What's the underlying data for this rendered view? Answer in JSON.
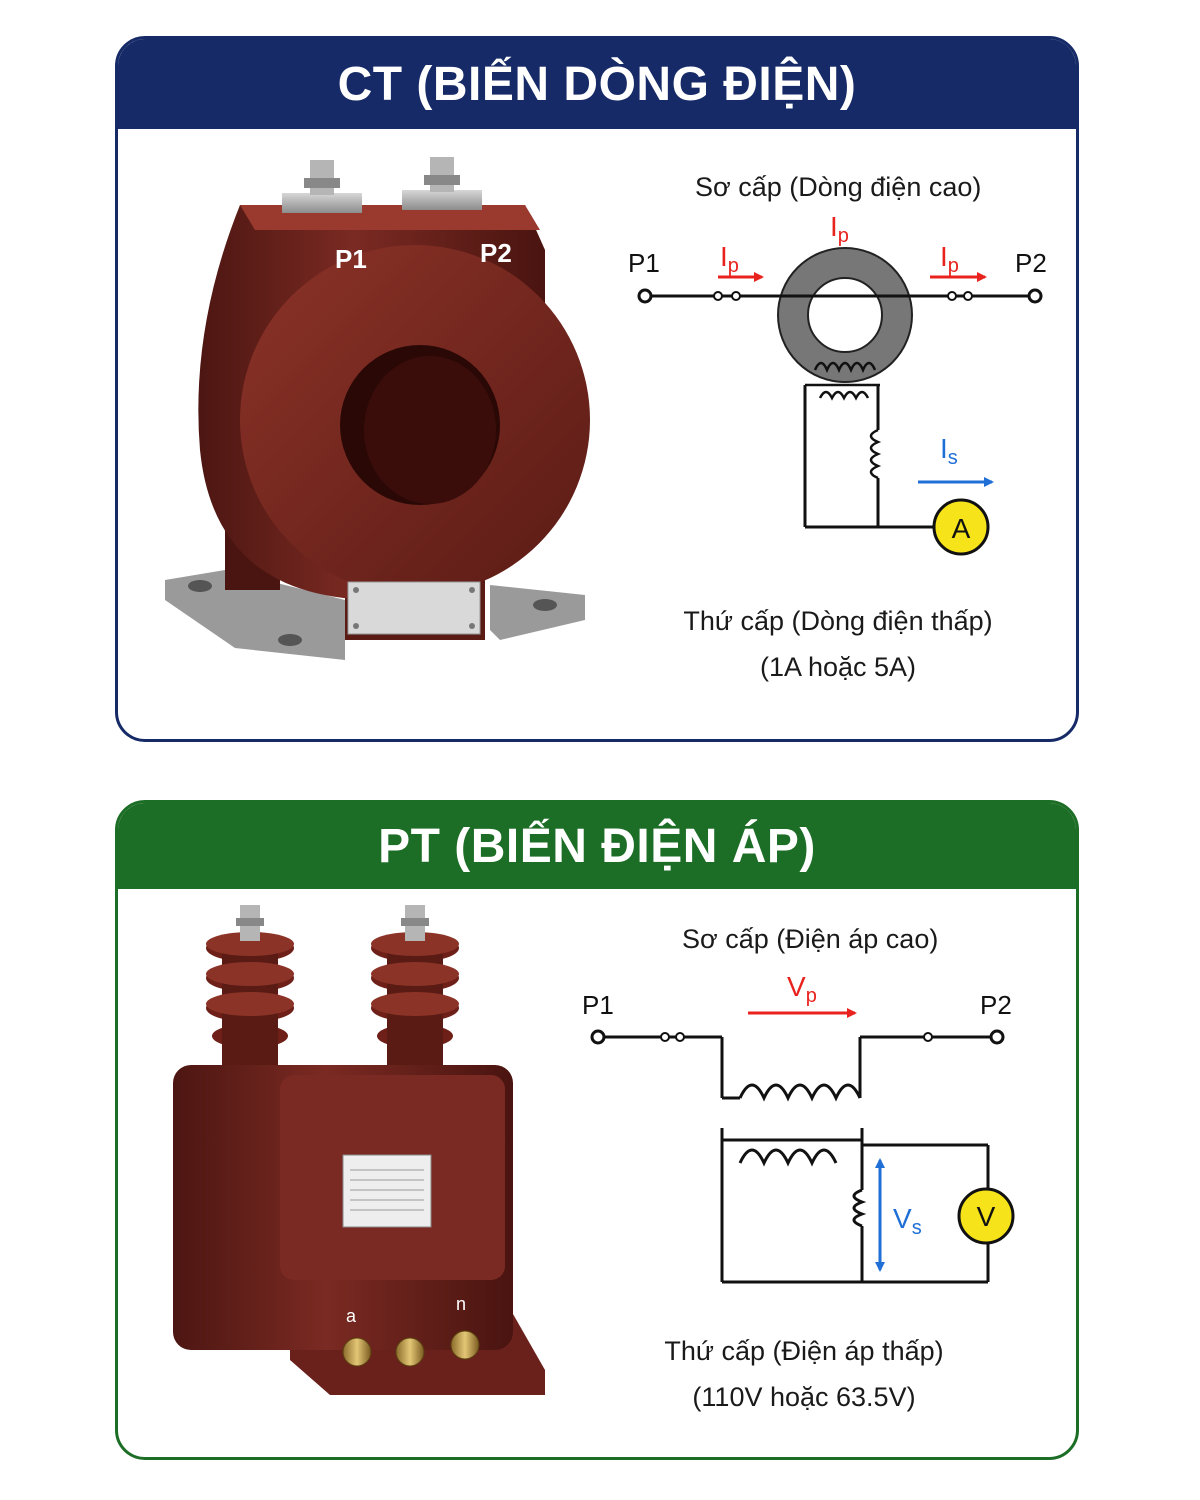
{
  "ct": {
    "title": "CT (BIẾN DÒNG ĐIỆN)",
    "device": {
      "terminal_left": "P1",
      "terminal_right": "P2"
    },
    "diagram": {
      "primary_label": "Sơ cấp (Dòng điện cao)",
      "terminal_left": "P1",
      "terminal_right": "P2",
      "current_primary": "I",
      "current_primary_sub": "p",
      "current_secondary": "I",
      "current_secondary_sub": "s",
      "meter": "A",
      "secondary_label_line1": "Thứ cấp (Dòng điện thấp)",
      "secondary_label_line2": "(1A hoặc 5A)"
    },
    "colors": {
      "header": "#152a66",
      "arrow_primary": "#e8231e",
      "arrow_secondary": "#1f6fd6",
      "meter": "#f7e31a"
    }
  },
  "pt": {
    "title": "PT (BIẾN ĐIỆN ÁP)",
    "device": {
      "terminal_a": "a",
      "terminal_n": "n"
    },
    "diagram": {
      "primary_label": "Sơ cấp (Điện áp cao)",
      "terminal_left": "P1",
      "terminal_right": "P2",
      "voltage_primary": "V",
      "voltage_primary_sub": "p",
      "voltage_secondary": "V",
      "voltage_secondary_sub": "s",
      "meter": "V",
      "secondary_label_line1": "Thứ cấp (Điện áp thấp)",
      "secondary_label_line2": "(110V hoặc 63.5V)"
    },
    "colors": {
      "header": "#1c6d25",
      "arrow_primary": "#e8231e",
      "arrow_secondary": "#1f6fd6",
      "meter": "#f7e31a"
    }
  }
}
